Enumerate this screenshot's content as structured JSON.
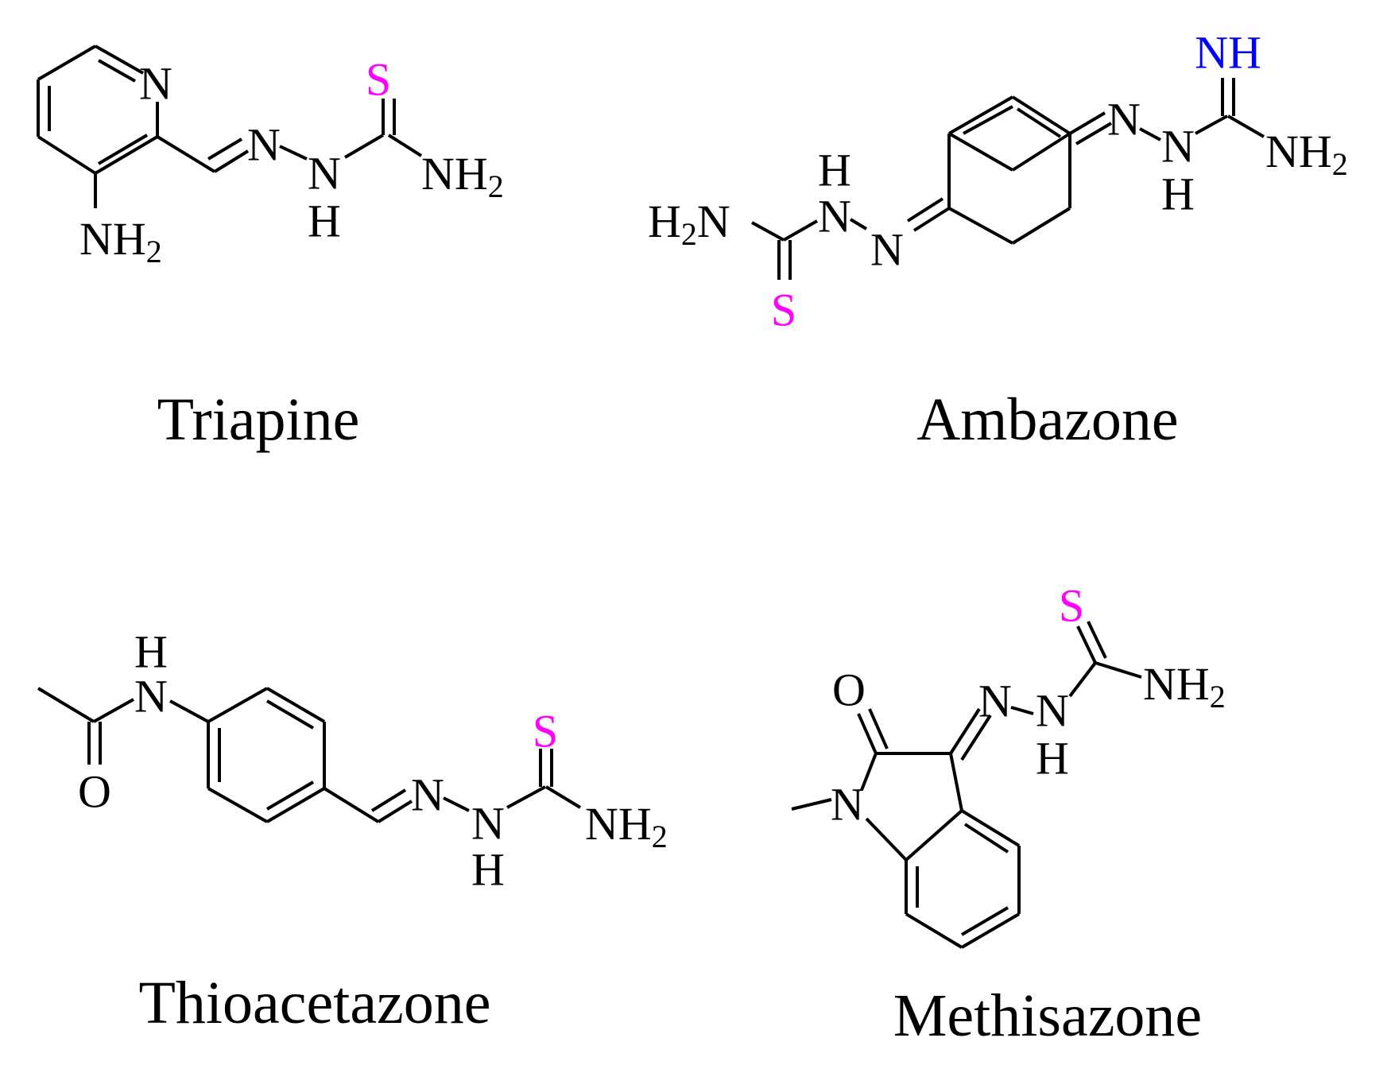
{
  "colors": {
    "sulfur": "#ff00ff",
    "imine": "#0000ff",
    "default": "#000000"
  },
  "molecules": [
    {
      "name": "Triapine",
      "atoms": {
        "ring_n": "N",
        "s": "S",
        "n1": "N",
        "n2": "N",
        "h": "H",
        "nh2": "NH",
        "nh2_sub": "2",
        "amino": "NH",
        "amino_sub": "2"
      }
    },
    {
      "name": "Ambazone",
      "atoms": {
        "h2n_h": "H",
        "h2n_sub": "2",
        "h2n_n": "N",
        "nh_h": "H",
        "nh_n": "N",
        "n_eq": "N",
        "s": "S",
        "n_right": "N",
        "n_right2": "N",
        "h_right": "H",
        "imine": "NH",
        "nh2": "NH",
        "nh2_sub": "2"
      }
    },
    {
      "name": "Thioacetazone",
      "atoms": {
        "amide_h": "H",
        "amide_n": "N",
        "o": "O",
        "s": "S",
        "n1": "N",
        "n2": "N",
        "h": "H",
        "nh2": "NH",
        "nh2_sub": "2"
      }
    },
    {
      "name": "Methisazone",
      "atoms": {
        "o": "O",
        "ring_n": "N",
        "n1": "N",
        "n2": "N",
        "h": "H",
        "s": "S",
        "nh2": "NH",
        "nh2_sub": "2"
      }
    }
  ]
}
